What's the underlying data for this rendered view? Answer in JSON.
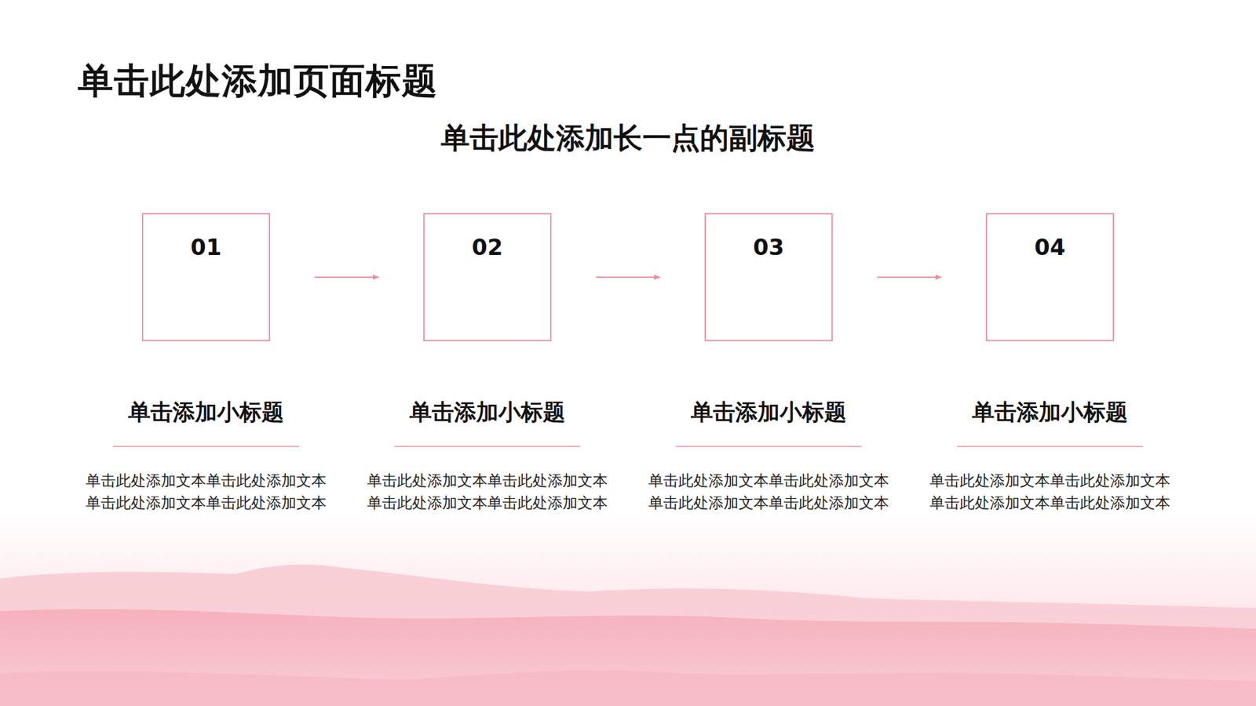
{
  "diagram": {
    "title": "单击此处添加页面标题",
    "nodes": [
      {
        "text": [
          "01"
        ]
      },
      {
        "text": [
          "02"
        ]
      },
      {
        "text": [
          "03"
        ]
      },
      {
        "text": [
          "04"
        ]
      }
    ],
    "edges": [
      {
        "from": 0,
        "to": 1,
        "arrow": "to"
      },
      {
        "from": 1,
        "to": 2,
        "arrow": "to"
      },
      {
        "from": 2,
        "to": 3,
        "arrow": "to"
      }
    ],
    "labels": [
      "单击此处添加长一点的副标题",
      "单击添加小标题",
      "单击此处添加文本单击此处添加文本 单击此处添加文本单击此处添加文本",
      "单击添加小标题",
      "单击此处添加文本单击此处添加文本 单击此处添加文本单击此处添加文本",
      "单击添加小标题",
      "单击此处添加文本单击此处添加文本 单击此处添加文本单击此处添加文本",
      "单击添加小标题",
      "单击此处添加文本单击此处添加文本 单击此处添加文本单击此处添加文本"
    ]
  }
}
